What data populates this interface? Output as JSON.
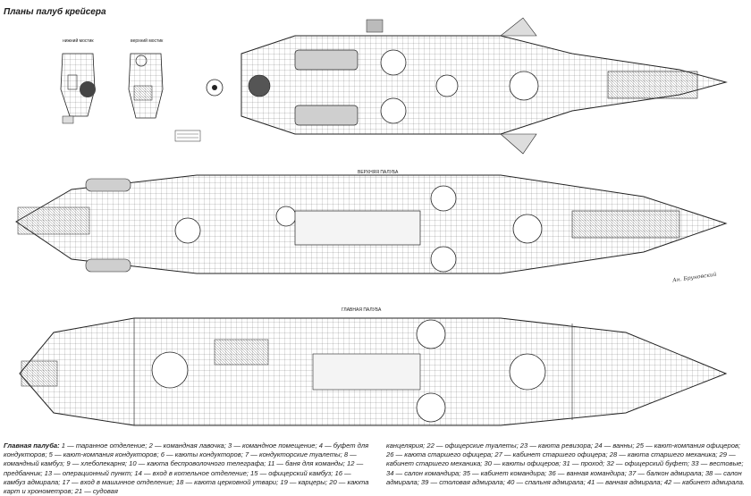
{
  "title": "Планы палуб крейсера",
  "labels": {
    "lower_bridge": "нижний мостик",
    "upper_bridge": "верхний мостик",
    "upper_deck": "ВЕРХНЯЯ ПАЛУБА",
    "main_deck": "ГЛАВНАЯ ПАЛУБА"
  },
  "signature": "Ан. Бруновский",
  "caption": {
    "heading": "Главная палуба:",
    "left": "1 — таранное отделение; 2 — командная лавочка; 3 — командное помещение; 4 — буфет для кондукторов; 5 — кают-компания кондукторов; 6 — каюты кондукторов; 7 — кондукторские туалеты; 8 — командный камбуз; 9 — хлебопекарня; 10 — каюта беспроволочного телеграфа; 11 — баня для команды; 12 — предбанник; 13 — операционный пункт; 14 — вход в котельное отделение; 15 — офицерский камбуз; 16 — камбуз адмирала; 17 — вход в машинное отделение; 18 — каюта церковной утвари; 19 — карцеры; 20 — каюта карт и хронометров; 21 — судовая",
    "right": "канцелярия; 22 — офицерские туалеты; 23 — каюта ревизора; 24 — ванны; 25 — кают-компания офицеров; 26 — каюта старшего офицера; 27 — кабинет старшего офицера; 28 — каюта старшего механика; 29 — кабинет старшего механика; 30 — каюты офицеров; 31 — проход; 32 — офицерский буфет; 33 — вестовые; 34 — салон командира; 35 — кабинет командира; 36 — ванная командира; 37 — балкон адмирала; 38 — салон адмирала; 39 — столовая адмирала; 40 — спальня адмирала; 41 — ванная адмирала; 42 — кабинет адмирала."
  }
}
